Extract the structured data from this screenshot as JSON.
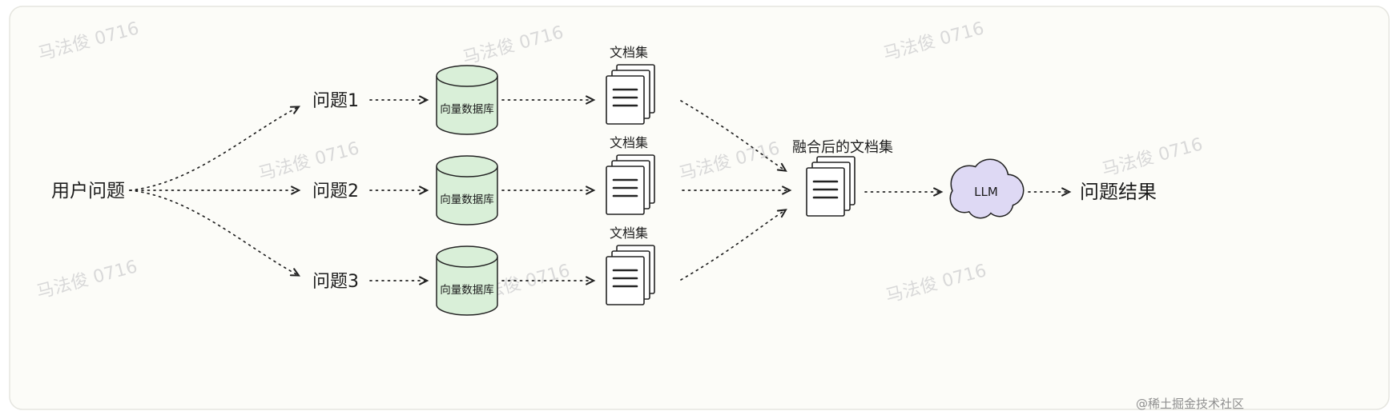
{
  "diagram": {
    "user_question": "用户问题",
    "questions": [
      "问题1",
      "问题2",
      "问题3"
    ],
    "vector_db_label": "向量数据库",
    "doc_set_label": "文档集",
    "fused_doc_set_label": "融合后的文档集",
    "llm_label": "LLM",
    "result_label": "问题结果"
  },
  "watermark": {
    "text": "马法俊 0716",
    "credit": "@稀土掘金技术社区"
  },
  "colors": {
    "background": "#fcfcf8",
    "border": "#e5e5df",
    "stroke": "#232323",
    "db_fill": "#d9efd8",
    "cloud_fill": "#ded9f4",
    "watermark": "#d9d9d9",
    "credit": "#8f8f8f"
  }
}
